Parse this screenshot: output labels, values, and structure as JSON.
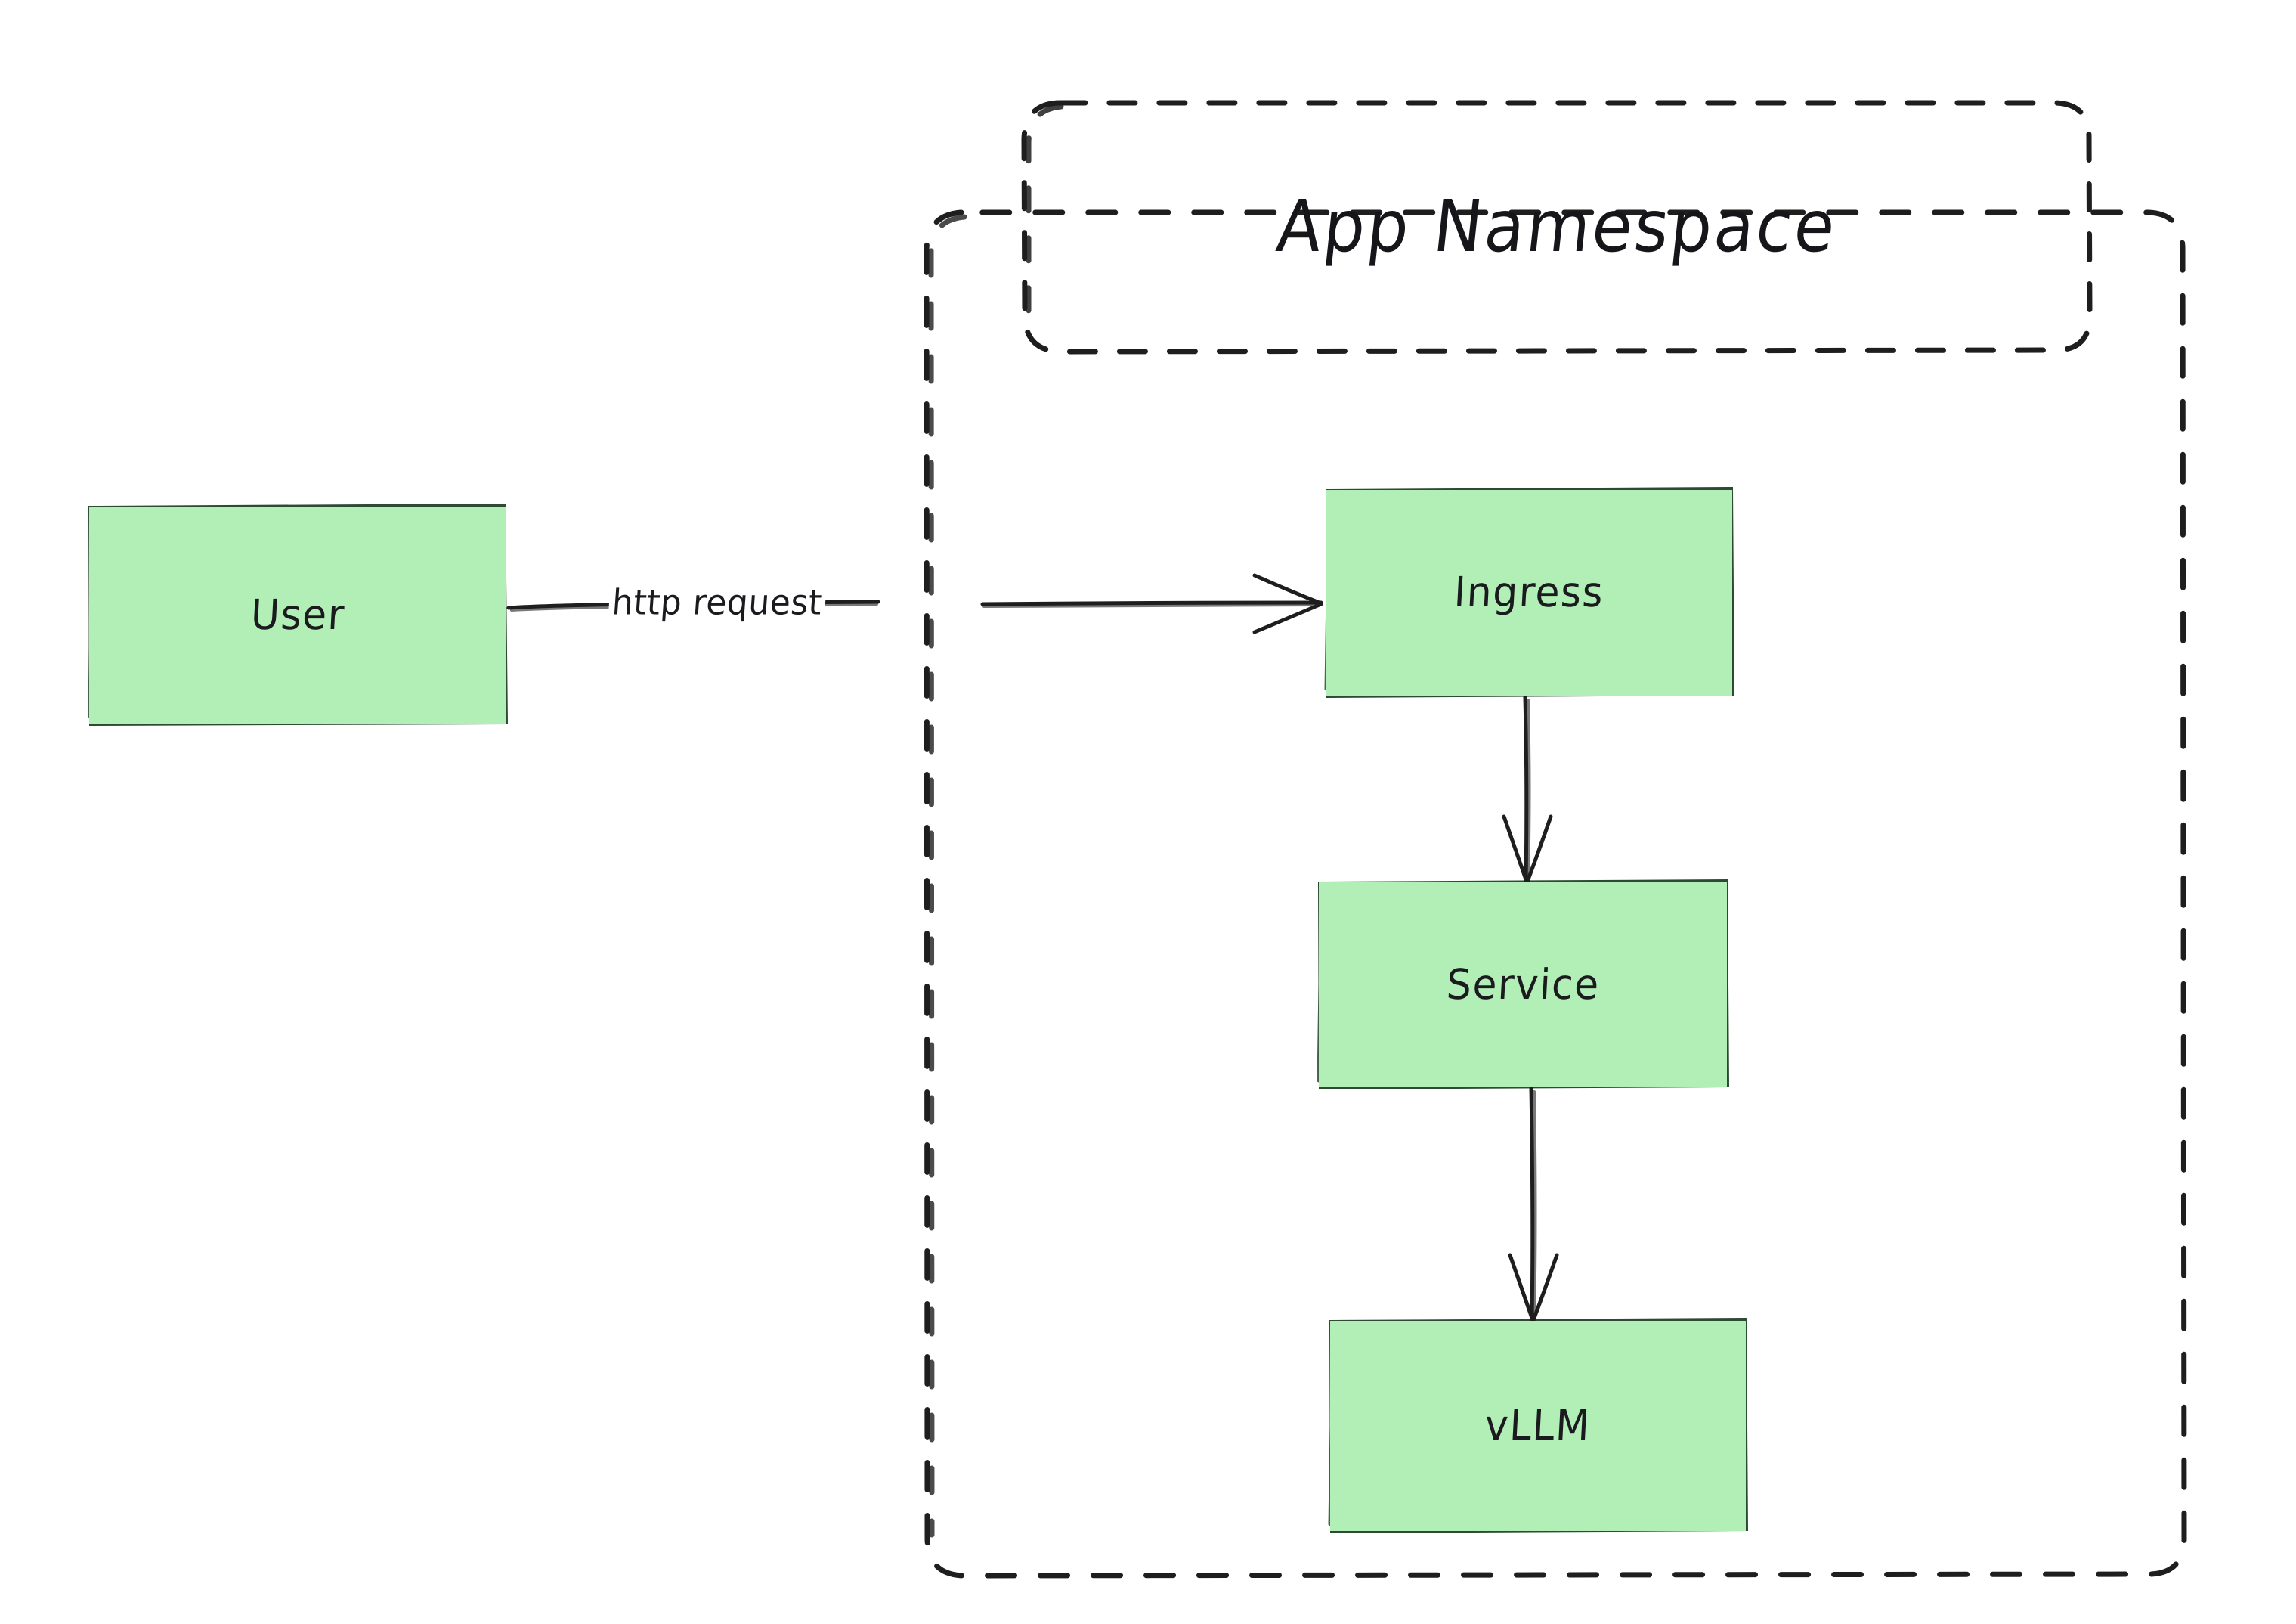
{
  "diagram": {
    "type": "architecture-flow",
    "style": "hand-drawn-sketch",
    "background_color": "#ffffff",
    "node_fill_color": "#b2efb6",
    "node_stroke_color": "#2d4a33",
    "line_color": "#1e1e1e",
    "text_color": "#1b1b1f"
  },
  "groups": {
    "namespace": {
      "title": "App Namespace",
      "border_style": "dashed",
      "border_color": "#1e1e1e"
    }
  },
  "nodes": [
    {
      "id": "user",
      "label": "User",
      "fill": "#b2efb6"
    },
    {
      "id": "ingress",
      "label": "Ingress",
      "fill": "#b2efb6"
    },
    {
      "id": "service",
      "label": "Service",
      "fill": "#b2efb6"
    },
    {
      "id": "vllm",
      "label": "vLLM",
      "fill": "#b2efb6"
    }
  ],
  "edges": [
    {
      "id": "user-to-ingress",
      "from": "user",
      "to": "ingress",
      "label": "http request",
      "direction": "right"
    },
    {
      "id": "ingress-to-service",
      "from": "ingress",
      "to": "service",
      "label": "",
      "direction": "down"
    },
    {
      "id": "service-to-vllm",
      "from": "service",
      "to": "vllm",
      "label": "",
      "direction": "down"
    }
  ]
}
